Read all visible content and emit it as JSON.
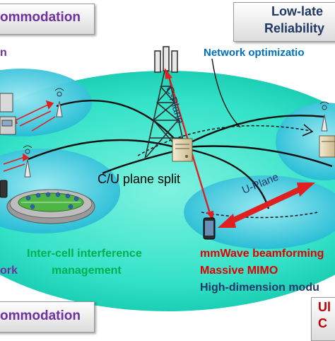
{
  "labels": {
    "top_left_box": "ommodation",
    "top_right_box_line1": "Low-late",
    "top_right_box_line2": "Reliability",
    "network_optimization": "Network optimizatio",
    "c_plane": "C-Plane",
    "u_plane": "U-Plane",
    "cu_split": "C/U plane split",
    "left_fragment": "n",
    "inter_cell_line1": "Inter-cell interference",
    "inter_cell_line2": "management",
    "ork_fragment": "ork",
    "mmwave": "mmWave beamforming",
    "massive_mimo": "Massive MIMO",
    "high_dim": "High-dimension modu",
    "bottom_left_box": "ommodation",
    "bottom_right_box_line1": "Ul",
    "bottom_right_box_line2": "C"
  },
  "colors": {
    "purple": "#7030a0",
    "blue": "#0070c0",
    "red": "#e00000",
    "green": "#00b050",
    "dark_navy": "#1f3864",
    "ground": "#2ee6c8",
    "cell": "#29c6d8"
  },
  "icons": [
    "tower-icon",
    "base-station-icon",
    "server-icon",
    "phone-icon",
    "stadium-icon",
    "computer-icon"
  ]
}
